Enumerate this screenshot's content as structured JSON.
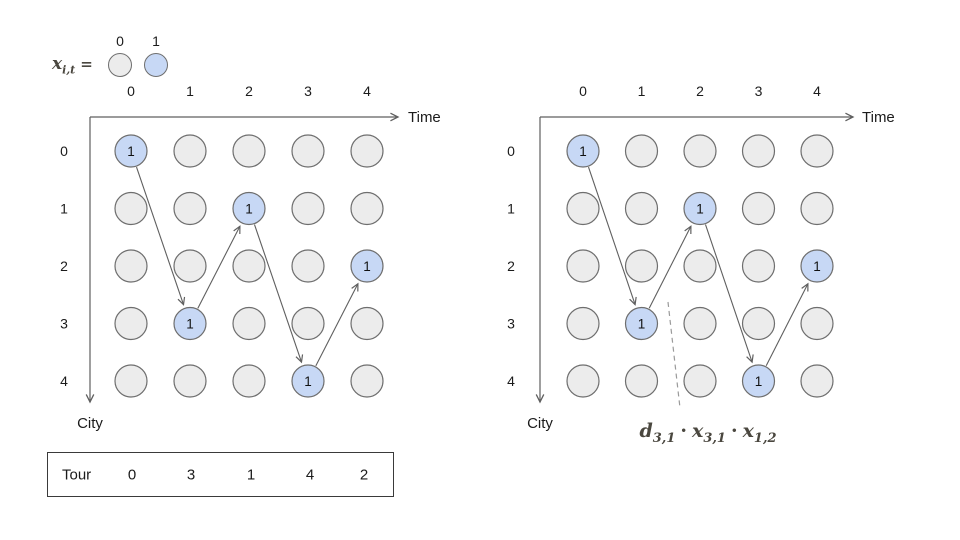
{
  "colors": {
    "active_fill": "#c7d8f5",
    "inactive_fill": "#ececec",
    "circle_stroke": "#6e6e6e",
    "axis_stroke": "#5f5f5f",
    "dashed_stroke": "#9a9a9a",
    "label_text": "#1b1b1b",
    "cell_text": "#111111",
    "math_text": "#4a473f"
  },
  "legend": {
    "variable": "x",
    "subscript": "i,t",
    "equals": "=",
    "options": [
      {
        "label": "0",
        "state": "inactive"
      },
      {
        "label": "1",
        "state": "active"
      }
    ]
  },
  "diagrams": [
    {
      "name": "tour-matrix-left",
      "time_axis": {
        "label": "Time",
        "ticks": [
          "0",
          "1",
          "2",
          "3",
          "4"
        ]
      },
      "city_axis": {
        "label": "City",
        "ticks": [
          "0",
          "1",
          "2",
          "3",
          "4"
        ]
      },
      "cell_value": "1",
      "active_cells": [
        {
          "city": 0,
          "time": 0
        },
        {
          "city": 3,
          "time": 1
        },
        {
          "city": 1,
          "time": 2
        },
        {
          "city": 4,
          "time": 3
        },
        {
          "city": 2,
          "time": 4
        }
      ]
    },
    {
      "name": "tour-matrix-right",
      "time_axis": {
        "label": "Time",
        "ticks": [
          "0",
          "1",
          "2",
          "3",
          "4"
        ]
      },
      "city_axis": {
        "label": "City",
        "ticks": [
          "0",
          "1",
          "2",
          "3",
          "4"
        ]
      },
      "cell_value": "1",
      "active_cells": [
        {
          "city": 0,
          "time": 0
        },
        {
          "city": 3,
          "time": 1
        },
        {
          "city": 1,
          "time": 2
        },
        {
          "city": 4,
          "time": 3
        },
        {
          "city": 2,
          "time": 4
        }
      ],
      "annotation": {
        "separator": "·",
        "terms": [
          {
            "base": "d",
            "sub": "3,1"
          },
          {
            "base": "x",
            "sub": "3,1"
          },
          {
            "base": "x",
            "sub": "1,2"
          }
        ]
      }
    }
  ],
  "tour_table": {
    "header": "Tour",
    "values": [
      "0",
      "3",
      "1",
      "4",
      "2"
    ]
  }
}
